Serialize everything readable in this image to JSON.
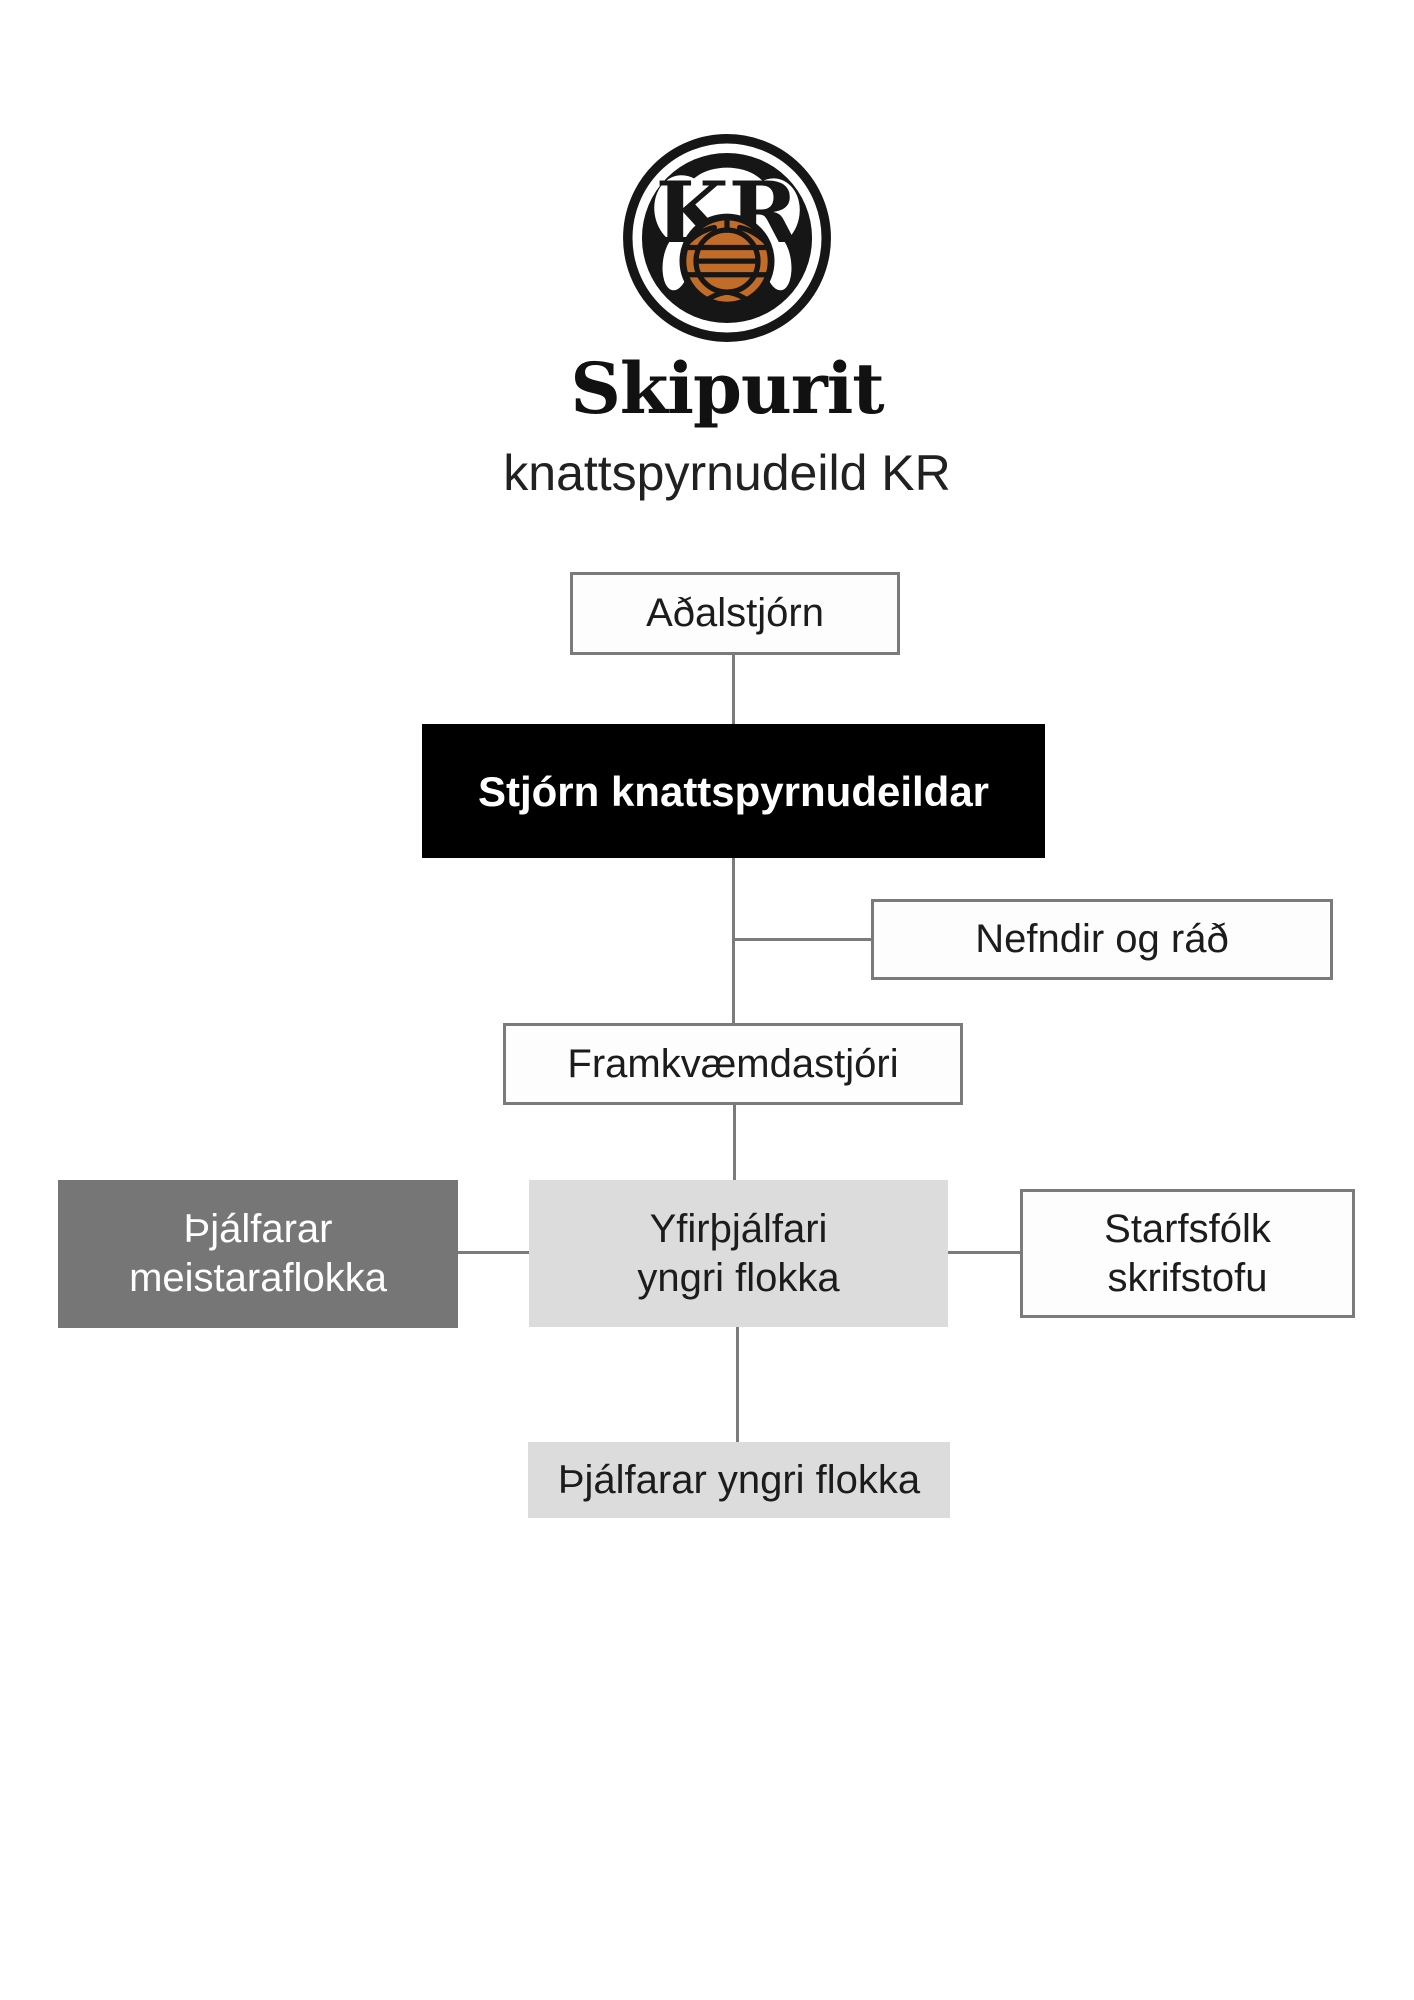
{
  "header": {
    "title": "Skipurit",
    "subtitle": "knattspyrnudeild KR",
    "logo_letters": "KR"
  },
  "colors": {
    "background": "#ffffff",
    "connector_line": "#7b7b7b",
    "box_border": "#7b7b7b",
    "box_black_bg": "#000000",
    "box_black_text": "#ffffff",
    "box_dark_gray_bg": "#767676",
    "box_dark_gray_text": "#ffffff",
    "box_light_gray_bg": "#dcdcdc",
    "box_outlined_bg": "#fdfdfd",
    "text": "#1c1c1c",
    "logo_black": "#161616",
    "logo_ball_orange": "#c16c29"
  },
  "chart_data": {
    "type": "org-chart",
    "title": "Skipurit",
    "subtitle": "knattspyrnudeild KR",
    "nodes": [
      {
        "id": "adalstjorn",
        "label": "Aðalstjórn",
        "lines": [
          "Aðalstjórn"
        ],
        "style": "outlined",
        "level": 1
      },
      {
        "id": "stjorn-knattspyrnudeildar",
        "label": "Stjórn knattspyrnudeildar",
        "lines": [
          "Stjórn knattspyrnudeildar"
        ],
        "style": "black",
        "level": 2
      },
      {
        "id": "nefndir-og-rad",
        "label": "Nefndir og ráð",
        "lines": [
          "Nefndir og ráð"
        ],
        "style": "outlined",
        "level": 2
      },
      {
        "id": "framkvaemdastjori",
        "label": "Framkvæmdastjóri",
        "lines": [
          "Framkvæmdastjóri"
        ],
        "style": "outlined",
        "level": 3
      },
      {
        "id": "thjalfarar-meistaraflokka",
        "label": "Þjálfarar meistaraflokka",
        "lines": [
          "Þjálfarar",
          "meistaraflokka"
        ],
        "style": "dark-gray",
        "level": 4
      },
      {
        "id": "yfirthjalfari-yngri-flokka",
        "label": "Yfirþjálfari yngri flokka",
        "lines": [
          "Yfirþjálfari",
          "yngri flokka"
        ],
        "style": "light-gray",
        "level": 4
      },
      {
        "id": "starfsfolk-skrifstofu",
        "label": "Starfsfólk skrifstofu",
        "lines": [
          "Starfsfólk",
          "skrifstofu"
        ],
        "style": "outlined",
        "level": 4
      },
      {
        "id": "thjalfarar-yngri-flokka",
        "label": "Þjálfarar yngri flokka",
        "lines": [
          "Þjálfarar yngri flokka"
        ],
        "style": "light-gray",
        "level": 5
      }
    ],
    "edges": [
      {
        "from": "adalstjorn",
        "to": "stjorn-knattspyrnudeildar"
      },
      {
        "from": "stjorn-knattspyrnudeildar",
        "to": "nefndir-og-rad"
      },
      {
        "from": "stjorn-knattspyrnudeildar",
        "to": "framkvaemdastjori"
      },
      {
        "from": "framkvaemdastjori",
        "to": "yfirthjalfari-yngri-flokka"
      },
      {
        "from": "yfirthjalfari-yngri-flokka",
        "to": "thjalfarar-meistaraflokka"
      },
      {
        "from": "yfirthjalfari-yngri-flokka",
        "to": "starfsfolk-skrifstofu"
      },
      {
        "from": "yfirthjalfari-yngri-flokka",
        "to": "thjalfarar-yngri-flokka"
      }
    ]
  }
}
